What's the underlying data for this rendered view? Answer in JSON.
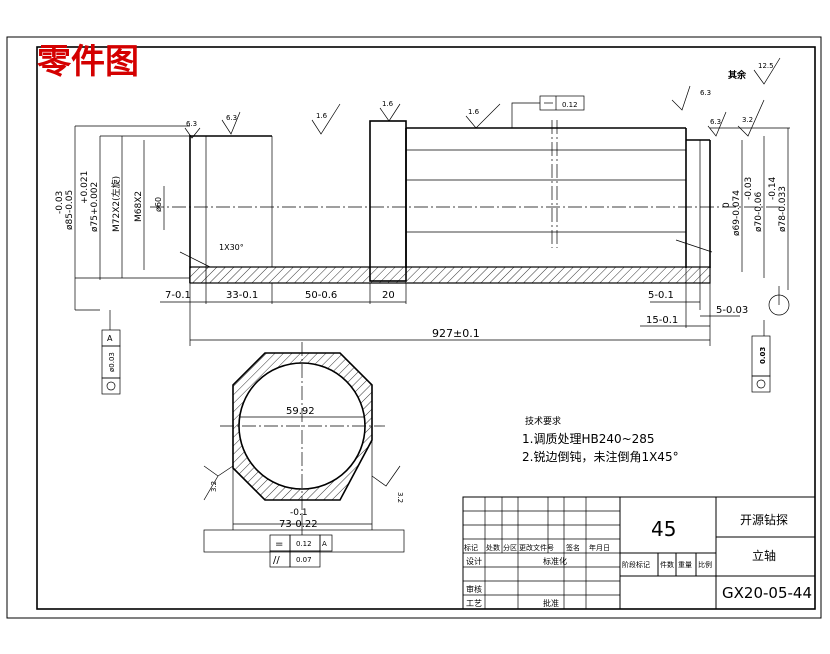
{
  "title": "零件图",
  "shaft": {
    "left_diameters": [
      "ø85-0.05",
      "-0.03",
      "ø75+0.002",
      "+0.021",
      "M72X2(左旋)",
      "M68X2",
      "ø60"
    ],
    "right_diameters": [
      "ø69-0.074",
      "0",
      "ø70-0.06",
      "-0.03",
      "ø78-0.033",
      "-0.14"
    ],
    "chamfer": "1X30°",
    "roughness_top": [
      "6.3",
      "6.3",
      "1.6",
      "1.6",
      "1.6",
      "6.3",
      "6.3",
      "3.2"
    ],
    "roughness_rest": "其余",
    "roughness_rest_value": "12.5",
    "tolerance_frame": "0.12",
    "runout_value": "0.03",
    "lengths": {
      "l1": "7-0.1",
      "l2": "33-0.1",
      "l3": "50-0.6",
      "l4": "20",
      "r1": "5-0.03",
      "r2": "5-0.1",
      "r3": "15-0.1",
      "total": "927±0.1"
    },
    "datum_box_left": "ø0.03",
    "datum_left_letter": "A"
  },
  "section": {
    "inner_dim": "59.92",
    "width_dim_upper": "-0.1",
    "width_dim_lower": "73-0.22",
    "roughness_left": "3.2",
    "roughness_right": "3.2",
    "tol_rows": [
      {
        "symbol": "=",
        "value": "0.12",
        "datum": "A"
      },
      {
        "symbol": "//",
        "value": "0.07",
        "datum": ""
      }
    ]
  },
  "notes": {
    "heading": "技术要求",
    "lines": [
      "1.调质处理HB240~285",
      "2.锐边倒钝，未注倒角1X45°"
    ]
  },
  "title_block": {
    "material": "45",
    "company": "开源钻探",
    "part_name": "立轴",
    "drawing_no": "GX20-05-44",
    "row_labels": [
      "标记",
      "处数",
      "分区",
      "更改文件号",
      "签名",
      "年月日"
    ],
    "left_labels": [
      "设计",
      "审核",
      "工艺"
    ],
    "std_label": "标准化",
    "approve_label": "批准",
    "stage_labels": [
      "阶段标记",
      "件数",
      "重量",
      "比例"
    ]
  }
}
